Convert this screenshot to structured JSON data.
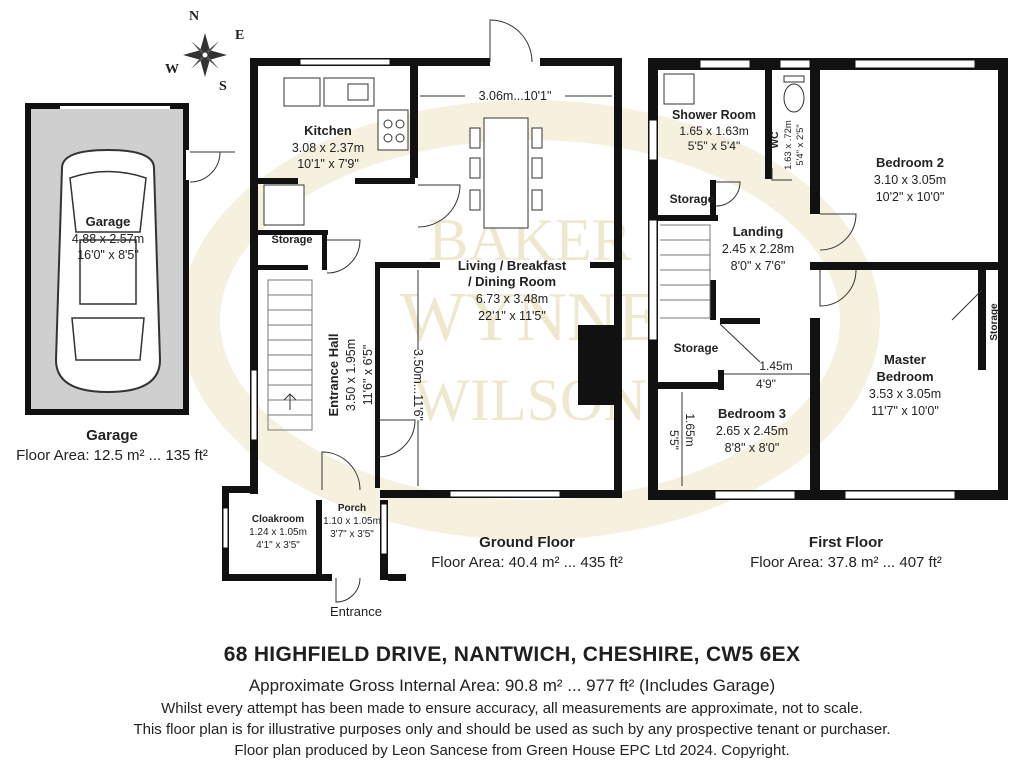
{
  "compass": {
    "n": "N",
    "e": "E",
    "s": "S",
    "w": "W"
  },
  "watermark": {
    "lines": [
      "BAKER",
      "WYNNE",
      "WILSON"
    ],
    "color": "#e8dcb0"
  },
  "colors": {
    "wall": "#111111",
    "garage_floor": "#cfcfcf",
    "stairs": "#777777"
  },
  "garage": {
    "label": "Garage",
    "dim_m": "4.88 x 2.57m",
    "dim_ft": "16'0\" x 8'5\"",
    "caption": "Garage",
    "area": "Floor Area: 12.5 m² ... 135 ft²"
  },
  "ground_floor": {
    "caption": "Ground Floor",
    "area": "Floor Area: 40.4 m² ... 435 ft²",
    "dim_top": "3.06m...10'1\"",
    "dim_side": "3.50m...11'6\"",
    "rooms": {
      "kitchen": {
        "name": "Kitchen",
        "m": "3.08 x 2.37m",
        "ft": "10'1\" x 7'9\""
      },
      "storage": {
        "name": "Storage"
      },
      "living": {
        "name1": "Living / Breakfast",
        "name2": "/ Dining Room",
        "m": "6.73 x 3.48m",
        "ft": "22'1\" x 11'5\""
      },
      "hall": {
        "name": "Entrance Hall",
        "m": "3.50 x 1.95m",
        "ft": "11'6\" x 6'5\""
      },
      "cloakroom": {
        "name": "Cloakroom",
        "m": "1.24 x 1.05m",
        "ft": "4'1\" x 3'5\""
      },
      "porch": {
        "name": "Porch",
        "m": "1.10 x 1.05m",
        "ft": "3'7\" x 3'5\""
      }
    },
    "entrance": "Entrance"
  },
  "first_floor": {
    "caption": "First Floor",
    "area": "Floor Area: 37.8 m² ... 407 ft²",
    "rooms": {
      "shower": {
        "name": "Shower Room",
        "m": "1.65 x 1.63m",
        "ft": "5'5\" x 5'4\""
      },
      "wc": {
        "name": "WC",
        "m": "1.63 x .72m",
        "ft": "5'4\" x 2'5\""
      },
      "bedroom2": {
        "name": "Bedroom 2",
        "m": "3.10 x 3.05m",
        "ft": "10'2\" x 10'0\""
      },
      "storage_a": {
        "name": "Storage"
      },
      "landing": {
        "name": "Landing",
        "m": "2.45 x 2.28m",
        "ft": "8'0\" x 7'6\""
      },
      "storage_b": {
        "name": "Storage"
      },
      "storage_c": {
        "name": "Storage"
      },
      "master": {
        "name1": "Master",
        "name2": "Bedroom",
        "m": "3.53 x 3.05m",
        "ft": "11'7\" x 10'0\""
      },
      "bedroom3": {
        "name": "Bedroom 3",
        "m": "2.65 x 2.45m",
        "ft": "8'8\" x 8'0\""
      }
    },
    "dim_145_m": "1.45m",
    "dim_145_ft": "4'9\"",
    "dim_165_m": "1.65m",
    "dim_165_ft": "5'5\""
  },
  "footer": {
    "address": "68 HIGHFIELD DRIVE, NANTWICH, CHESHIRE, CW5 6EX",
    "gross_area": "Approximate Gross Internal Area: 90.8 m² ... 977 ft² (Includes Garage)",
    "disclaimer1": "Whilst every attempt has been made to ensure accuracy, all measurements are approximate, not to scale.",
    "disclaimer2": "This floor plan is for illustrative purposes only and should be used as such by any prospective tenant or purchaser.",
    "disclaimer3": "Floor plan produced by Leon Sancese from Green House EPC Ltd 2024. Copyright."
  }
}
